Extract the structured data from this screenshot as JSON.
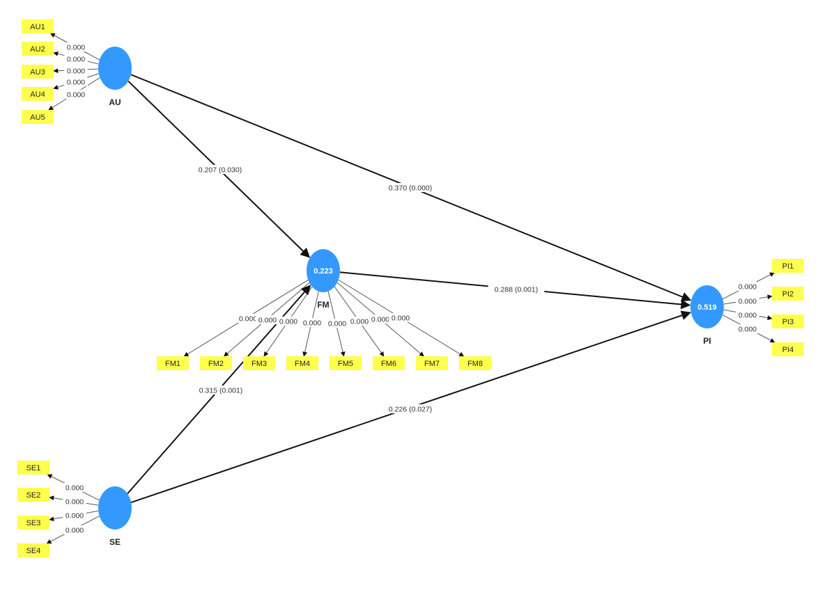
{
  "diagram": {
    "type": "pls-sem-path-model",
    "colors": {
      "latent": "#3399ff",
      "indicator": "#ffff4d",
      "structural_line": "#111111",
      "measurement_line": "#555555",
      "background": "#ffffff"
    },
    "latents": [
      {
        "id": "AU",
        "name": "AU",
        "value": ""
      },
      {
        "id": "FM",
        "name": "FM",
        "value": "0.223"
      },
      {
        "id": "PI",
        "name": "PI",
        "value": "0.519"
      },
      {
        "id": "SE",
        "name": "SE",
        "value": ""
      }
    ],
    "indicators": [
      {
        "id": "AU1",
        "latent": "AU",
        "label": "AU1",
        "loading": "0.000"
      },
      {
        "id": "AU2",
        "latent": "AU",
        "label": "AU2",
        "loading": "0.000"
      },
      {
        "id": "AU3",
        "latent": "AU",
        "label": "AU3",
        "loading": "0.000"
      },
      {
        "id": "AU4",
        "latent": "AU",
        "label": "AU4",
        "loading": "0.000"
      },
      {
        "id": "AU5",
        "latent": "AU",
        "label": "AU5",
        "loading": "0.000"
      },
      {
        "id": "FM1",
        "latent": "FM",
        "label": "FM1",
        "loading": "0.000"
      },
      {
        "id": "FM2",
        "latent": "FM",
        "label": "FM2",
        "loading": "0.000"
      },
      {
        "id": "FM3",
        "latent": "FM",
        "label": "FM3",
        "loading": "0.000"
      },
      {
        "id": "FM4",
        "latent": "FM",
        "label": "FM4",
        "loading": "0.000"
      },
      {
        "id": "FM5",
        "latent": "FM",
        "label": "FM5",
        "loading": "0.000"
      },
      {
        "id": "FM6",
        "latent": "FM",
        "label": "FM6",
        "loading": "0.000"
      },
      {
        "id": "FM7",
        "latent": "FM",
        "label": "FM7",
        "loading": "0.000"
      },
      {
        "id": "FM8",
        "latent": "FM",
        "label": "FM8",
        "loading": "0.000"
      },
      {
        "id": "PI1",
        "latent": "PI",
        "label": "PI1",
        "loading": "0.000"
      },
      {
        "id": "PI2",
        "latent": "PI",
        "label": "PI2",
        "loading": "0.000"
      },
      {
        "id": "PI3",
        "latent": "PI",
        "label": "PI3",
        "loading": "0.000"
      },
      {
        "id": "PI4",
        "latent": "PI",
        "label": "PI4",
        "loading": "0.000"
      },
      {
        "id": "SE1",
        "latent": "SE",
        "label": "SE1",
        "loading": "0.000"
      },
      {
        "id": "SE2",
        "latent": "SE",
        "label": "SE2",
        "loading": "0.000"
      },
      {
        "id": "SE3",
        "latent": "SE",
        "label": "SE3",
        "loading": "0.000"
      },
      {
        "id": "SE4",
        "latent": "SE",
        "label": "SE4",
        "loading": "0.000"
      }
    ],
    "paths": [
      {
        "from": "AU",
        "to": "FM",
        "label": "0.207 (0.030)"
      },
      {
        "from": "AU",
        "to": "PI",
        "label": "0.370 (0.000)"
      },
      {
        "from": "FM",
        "to": "PI",
        "label": "0.288 (0.001)"
      },
      {
        "from": "SE",
        "to": "FM",
        "label": "0.315 (0.001)"
      },
      {
        "from": "SE",
        "to": "PI",
        "label": "0.226 (0.027)"
      }
    ]
  }
}
